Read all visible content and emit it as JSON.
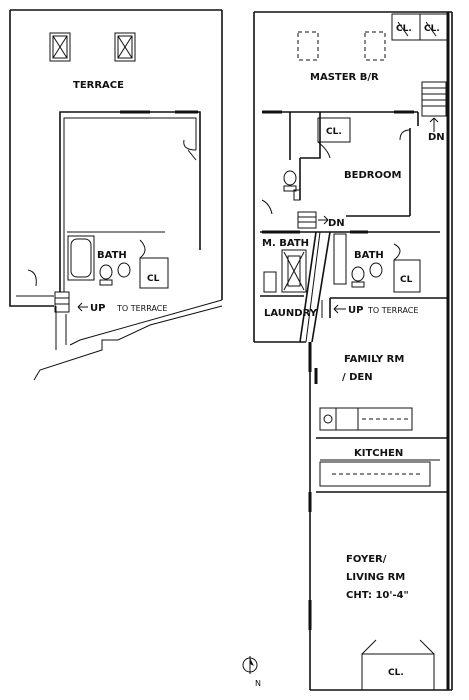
{
  "labels": {
    "terrace": "TERRACE",
    "bath_upper": "BATH",
    "cl_upper": "CL",
    "up_upper": "UP",
    "to_terrace_upper": "TO TERRACE",
    "master_br": "MASTER B/R",
    "cl_master_1": "CL.",
    "cl_master_2": "CL.",
    "dn_master": "DN",
    "cl_bedroom": "CL.",
    "bedroom": "BEDROOM",
    "dn_bedroom": "DN",
    "m_bath": "M. BATH",
    "bath_lower": "BATH",
    "cl_lower": "CL",
    "laundry": "LAUNDRY",
    "up_lower": "UP",
    "to_terrace_lower": "TO TERRACE",
    "family_rm": "FAMILY RM",
    "den": "/ DEN",
    "kitchen": "KITCHEN",
    "foyer": "FOYER/",
    "living_rm": "LIVING RM",
    "cht": "CHT: 10'-4\"",
    "cl_foyer": "CL.",
    "north": "N"
  },
  "icons": [
    "skylight-icon",
    "toilet-icon",
    "bathtub-icon",
    "stair-arrow-icon",
    "north-arrow-icon"
  ]
}
